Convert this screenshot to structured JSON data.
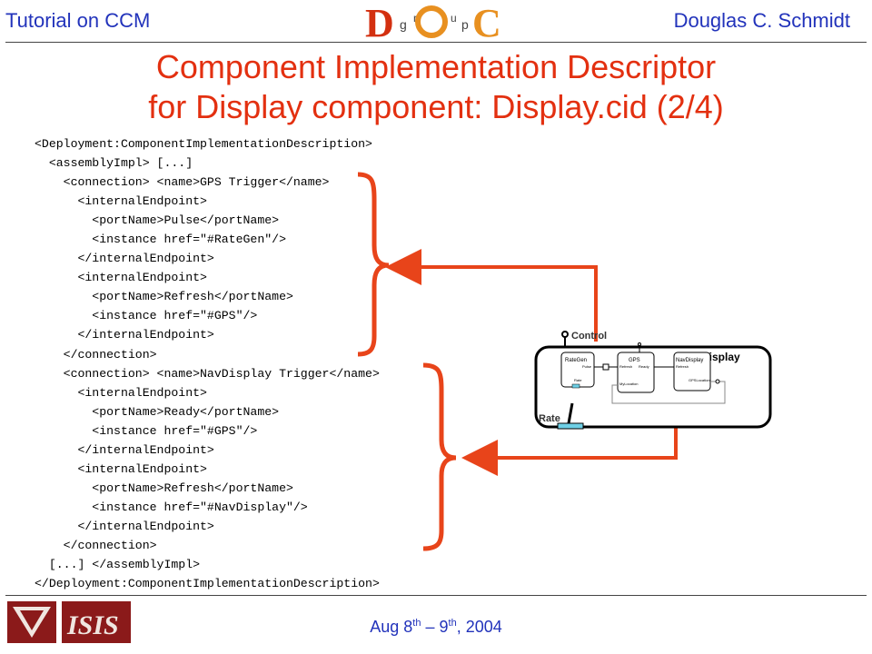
{
  "header": {
    "left": "Tutorial on CCM",
    "right": "Douglas C. Schmidt",
    "logo_letters": [
      "D",
      "g",
      "r",
      "u",
      "p",
      "C"
    ]
  },
  "title": {
    "line1": "Component Implementation Descriptor",
    "line2": "for Display component: Display.cid (2/4)"
  },
  "code_lines": [
    "<Deployment:ComponentImplementationDescription>",
    "  <assemblyImpl> [...]",
    "    <connection> <name>GPS Trigger</name>",
    "      <internalEndpoint>",
    "        <portName>Pulse</portName>",
    "        <instance href=\"#RateGen\"/>",
    "      </internalEndpoint>",
    "      <internalEndpoint>",
    "        <portName>Refresh</portName>",
    "        <instance href=\"#GPS\"/>",
    "      </internalEndpoint>",
    "    </connection>",
    "    <connection> <name>NavDisplay Trigger</name>",
    "      <internalEndpoint>",
    "        <portName>Ready</portName>",
    "        <instance href=\"#GPS\"/>",
    "      </internalEndpoint>",
    "      <internalEndpoint>",
    "        <portName>Refresh</portName>",
    "        <instance href=\"#NavDisplay\"/>",
    "      </internalEndpoint>",
    "    </connection>",
    "  [...] </assemblyImpl>",
    "</Deployment:ComponentImplementationDescription>"
  ],
  "diagram": {
    "control_label": "Control",
    "display_label": "Display",
    "rate_label": "Rate",
    "components": [
      {
        "name": "RateGen",
        "ports": [
          "Pulse",
          "Rate"
        ]
      },
      {
        "name": "GPS",
        "ports": [
          "Refresh",
          "Ready",
          "MyLocation"
        ]
      },
      {
        "name": "NavDisplay",
        "ports": [
          "Refresh",
          "GPSLocation"
        ]
      }
    ]
  },
  "footer": {
    "date_prefix": "Aug 8",
    "sup1": "th",
    "dash": " – 9",
    "sup2": "th",
    "date_suffix": ", 2004",
    "logo_text": "ISIS"
  },
  "colors": {
    "header_text": "#2233bb",
    "title": "#e33010",
    "accent_orange": "#e8441a",
    "port_cyan": "#6fd0e6",
    "logo_maroon": "#8b1a1a"
  }
}
